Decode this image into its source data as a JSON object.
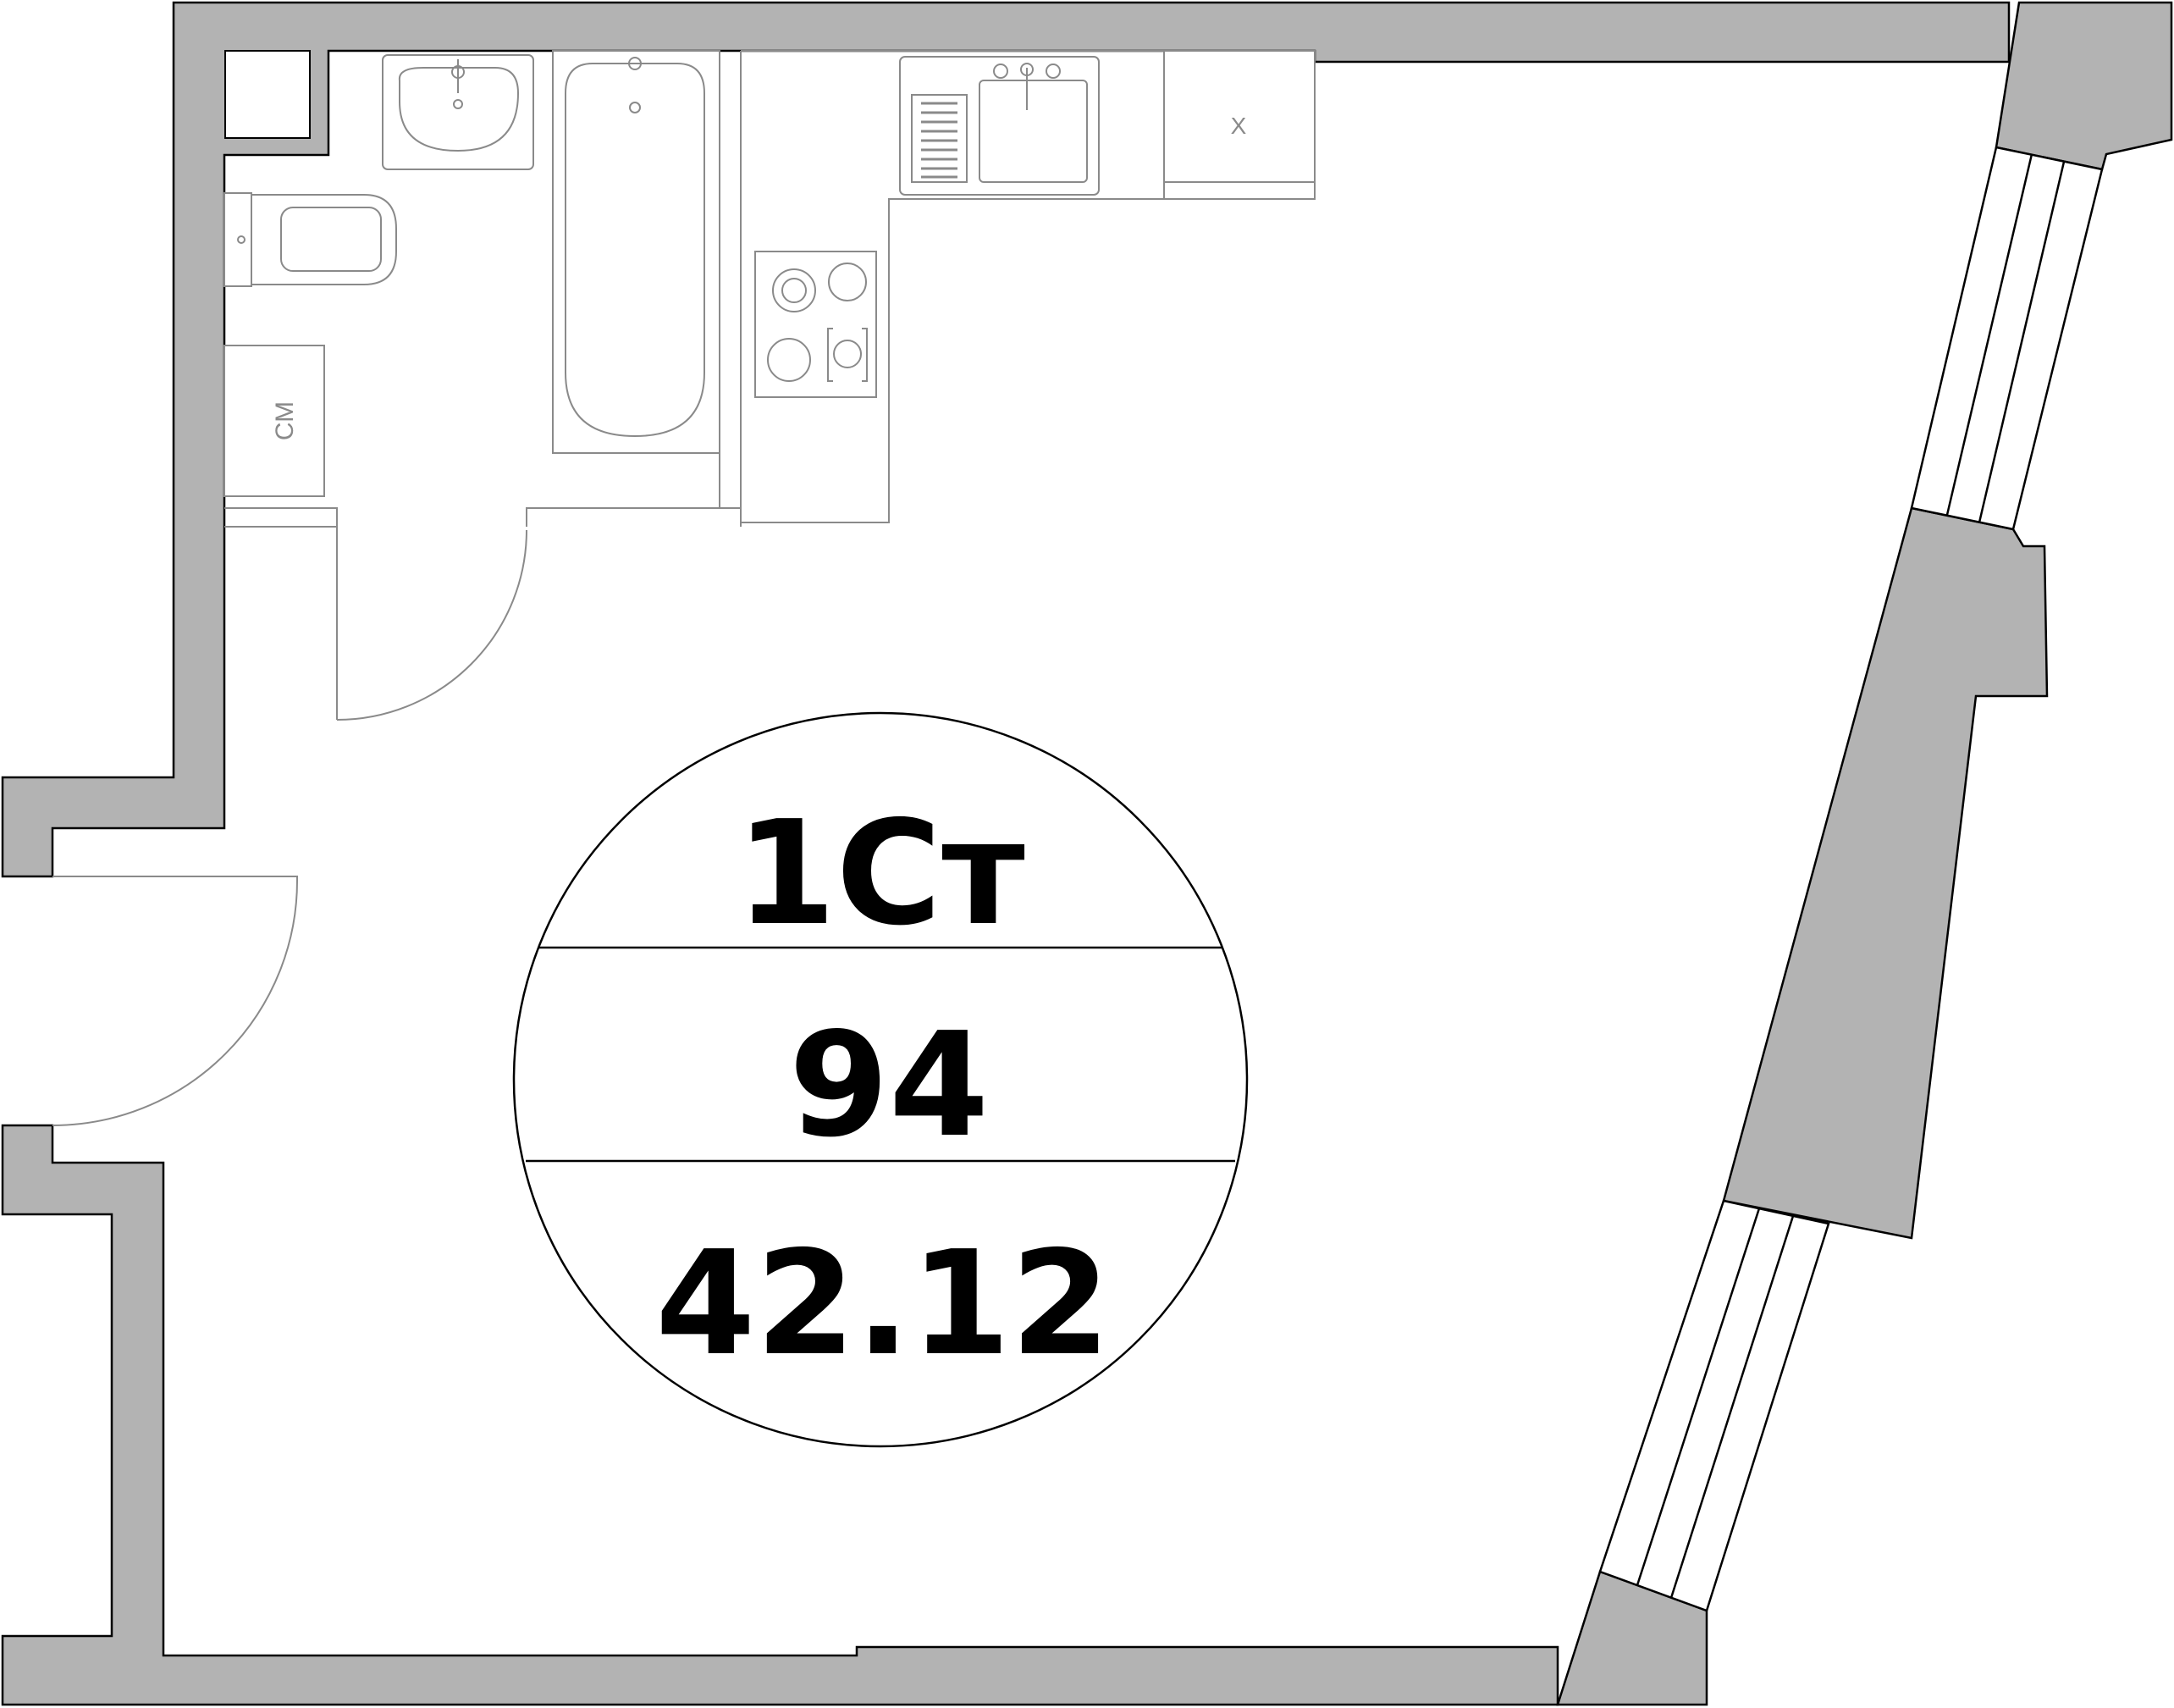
{
  "badge": {
    "type": "1Ст",
    "number": "94",
    "area": "42.12"
  },
  "labels": {
    "washing_machine": "СМ",
    "fridge": "Х"
  },
  "colors": {
    "wall": "#b3b3b3",
    "outline": "#000000",
    "fixture": "#8a8a8a",
    "background": "#ffffff"
  }
}
